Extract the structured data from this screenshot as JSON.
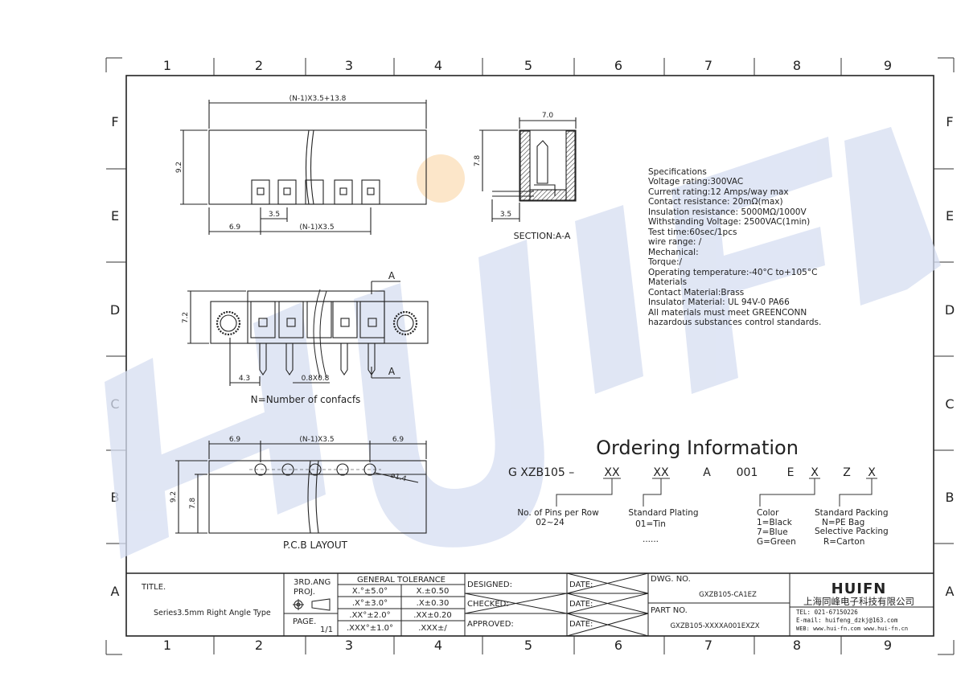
{
  "grid": {
    "columns": [
      "1",
      "2",
      "3",
      "4",
      "5",
      "6",
      "7",
      "8",
      "9"
    ],
    "rows": [
      "F",
      "E",
      "D",
      "C",
      "B",
      "A"
    ]
  },
  "watermark": "HUIFN",
  "front_view": {
    "top_dim": "(N-1)X3.5+13.8",
    "height_dim": "9.2",
    "left_dim": "6.9",
    "pitch_dim": "3.5",
    "span_dim": "(N-1)X3.5"
  },
  "section_view": {
    "width_dim": "7.0",
    "height_dim": "7.8",
    "offset_dim": "3.5",
    "caption": "SECTION:A-A"
  },
  "side_view": {
    "height_dim": "7.2",
    "marker_top": "A",
    "marker_bottom": "A",
    "dim_left": "4.3",
    "dim_pin": "0.8X0.8",
    "caption": "N=Number  of  confacfs"
  },
  "pcb_view": {
    "left_dim": "6.9",
    "span_dim": "(N-1)X3.5",
    "right_dim": "6.9",
    "height_outer": "9.2",
    "height_inner": "7.8",
    "hole_dim": "ø1.4",
    "caption": "P.C.B  LAYOUT"
  },
  "specs": {
    "lines": [
      "Specifications",
      "Voltage rating:300VAC",
      "Current  rating:12  Amps/way  max",
      "Contact  resistance:  20mΩ(max)",
      "Insulation  resistance:  5000MΩ/1000V",
      "Withstanding  Voltage:  2500VAC(1min)",
      "Test  time:60sec/1pcs",
      "wire  range:  /",
      "Mechanical:",
      "Torque:/",
      "Operating  temperature:-40°C  to+105°C",
      "Materials",
      "Contact  Material:Brass",
      "Insulator  Material:  UL  94V-0  PA66",
      "All  materials  must  meet  GREENCONN",
      "hazardous  substances  control  standards."
    ]
  },
  "ordering": {
    "title": "Ordering  Information",
    "code_parts": [
      "G XZB105 –",
      "XX",
      "XX",
      "A",
      "001",
      "E",
      "X",
      "Z",
      "X"
    ],
    "pins_label": "No.  of  Pins  per  Row",
    "pins_value": "02~24",
    "plating_label": "Standard  Plating",
    "plating_value": "01=Tin",
    "plating_more": "......",
    "color_label": "Color",
    "color_options": [
      "1=Black",
      "7=Blue",
      "G=Green"
    ],
    "packing_label": "Standard  Packing",
    "packing_std": "N=PE  Bag",
    "packing_sel_label": "Selective  Packing",
    "packing_sel": "R=Carton"
  },
  "title_block": {
    "title_label": "TITLE.",
    "title_value": "Series3.5mm  Right  Angle  Type",
    "proj_label_1": "3RD.ANG",
    "proj_label_2": "PROJ.",
    "page_label": "PAGE.",
    "page_value": "1/1",
    "tolerance_header": "GENERAL  TOLERANCE",
    "tolerances": [
      [
        "X.°±5.0°",
        "X.±0.50"
      ],
      [
        ".X°±3.0°",
        ".X±0.30"
      ],
      [
        ".XX°±2.0°",
        ".XX±0.20"
      ],
      [
        ".XXX°±1.0°",
        ".XXX±/"
      ]
    ],
    "designed": "DESIGNED:",
    "checked": "CHECKED:",
    "approved": "APPROVED:",
    "date": "DATE:",
    "dwg_label": "DWG.  NO.",
    "dwg_value": "GXZB105-CA1EZ",
    "part_label": "PART  NO.",
    "part_value": "GXZB105-XXXXA001EXZX",
    "logo": "HUIFN",
    "company_cn": "上海同峰电子科技有限公司",
    "tel": "TEL:  021-67150226",
    "email": "E-mail:  huifeng_dzkj@163.com",
    "web": "WEB:  www.hui-fn.com    www.hui-fn.cn"
  }
}
